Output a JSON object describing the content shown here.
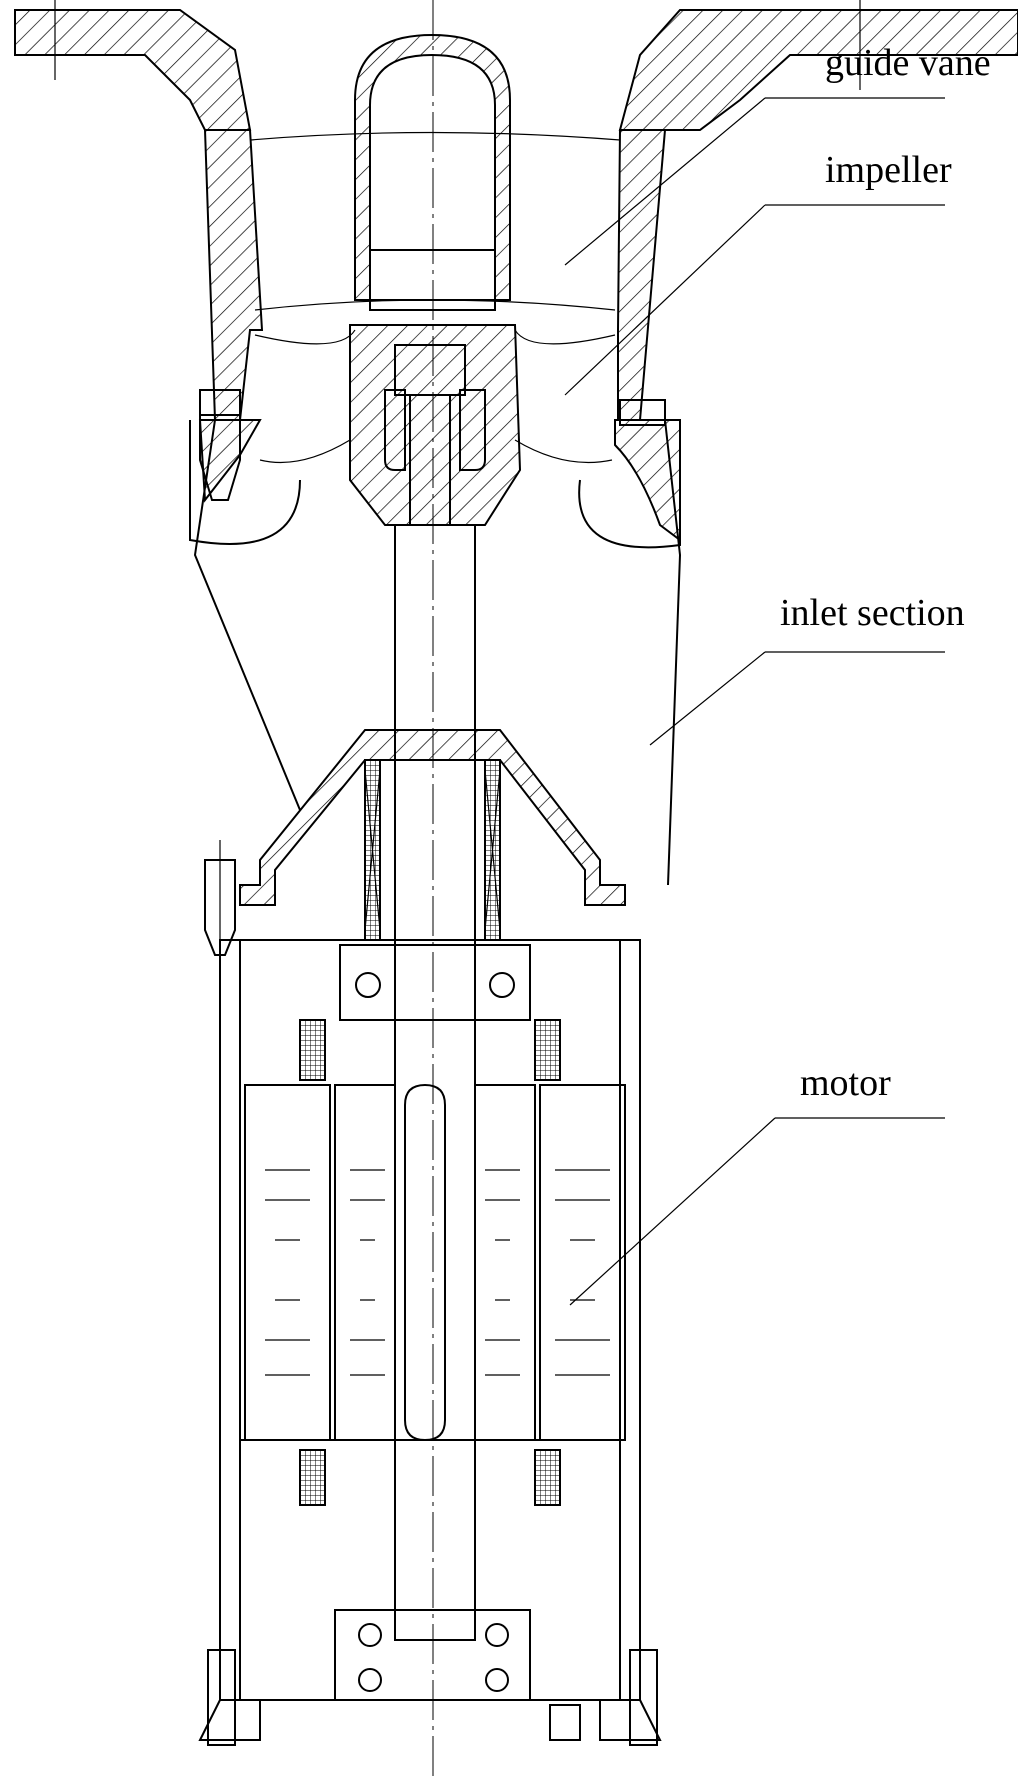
{
  "labels": {
    "guide_vane": "guide vane",
    "impeller": "impeller",
    "inlet_section": "inlet section",
    "motor": "motor"
  },
  "colors": {
    "line": "#000000",
    "background": "#ffffff"
  }
}
